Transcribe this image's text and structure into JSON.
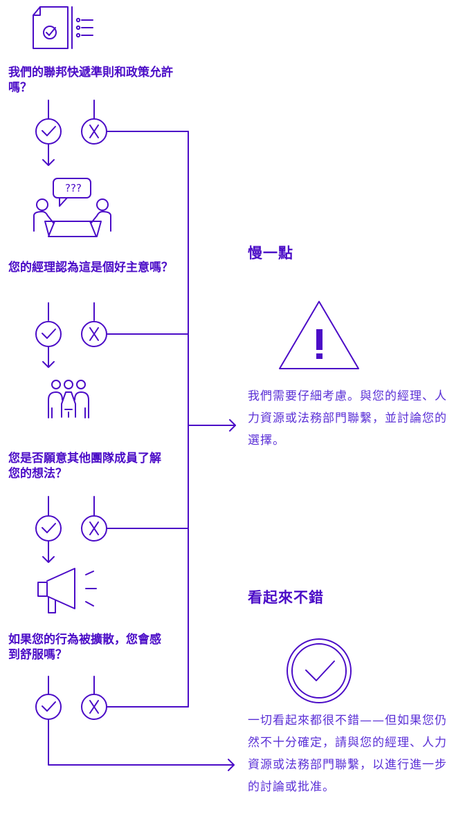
{
  "questions": [
    "我們的聯邦快遞準則和政策允許嗎？",
    "您的經理認為這是個好主意嗎？",
    "您是否願意其他團隊成員了解您的想法？",
    "如果您的行為被擴散，您會感到舒服嗎？"
  ],
  "slow_down": {
    "heading": "慢一點",
    "text": "我們需要仔細考慮。與您的經理、人力資源或法務部門聯繫，並討論您的選擇。"
  },
  "looks_good": {
    "heading": "看起來不錯",
    "text": "一切看起來都很不錯——但如果您仍然不十分確定，請與您的經理、人力資源或法務部門聯繫，以進行進一步的討論或批准。"
  },
  "bubble_text": "???",
  "colors": {
    "primary": "#4b0cc7",
    "secondary": "#5a2fd6"
  },
  "icons": [
    "checklist-document-icon",
    "meeting-icon",
    "team-icon",
    "megaphone-icon",
    "warning-triangle-icon",
    "check-circle-icon"
  ]
}
